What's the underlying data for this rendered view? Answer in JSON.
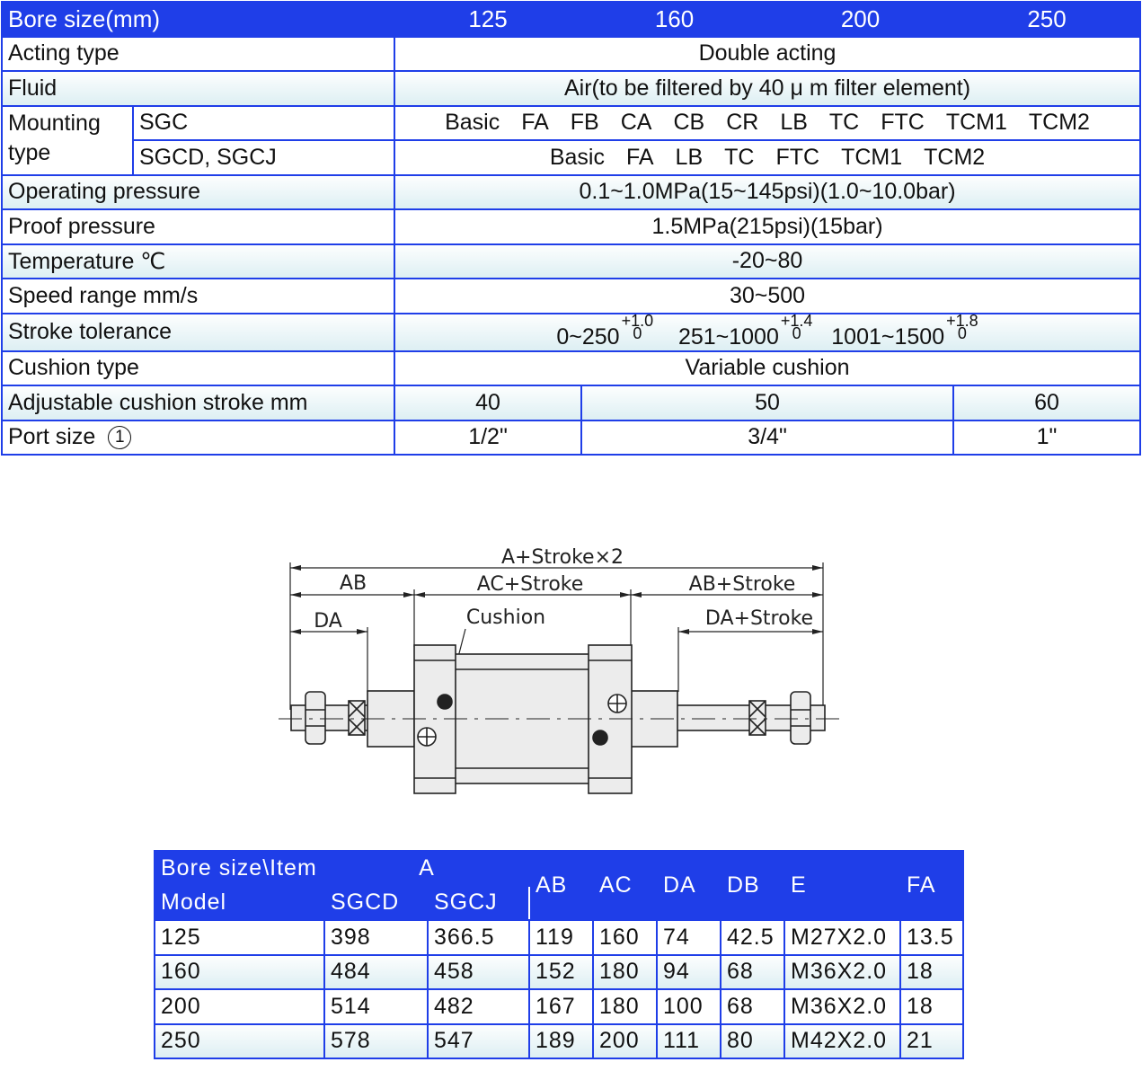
{
  "spec": {
    "header": {
      "label": "Bore size(mm)",
      "bores": [
        "125",
        "160",
        "200",
        "250"
      ]
    },
    "acting_type": {
      "label": "Acting type",
      "value": "Double acting"
    },
    "fluid": {
      "label": "Fluid",
      "value": "Air(to be filtered by 40 μ m filter element)"
    },
    "mounting": {
      "label": "Mounting type",
      "sgc": {
        "label": "SGC",
        "options": [
          "Basic",
          "FA",
          "FB",
          "CA",
          "CB",
          "CR",
          "LB",
          "TC",
          "FTC",
          "TCM1",
          "TCM2"
        ]
      },
      "sgcd": {
        "label": "SGCD, SGCJ",
        "options": [
          "Basic",
          "FA",
          "LB",
          "TC",
          "FTC",
          "TCM1",
          "TCM2"
        ]
      }
    },
    "operating_pressure": {
      "label": "Operating pressure",
      "value": "0.1~1.0MPa(15~145psi)(1.0~10.0bar)"
    },
    "proof_pressure": {
      "label": "Proof pressure",
      "value": "1.5MPa(215psi)(15bar)"
    },
    "temperature": {
      "label": "Temperature  ℃",
      "value": "-20~80"
    },
    "speed_range": {
      "label": "Speed range  mm/s",
      "value": "30~500"
    },
    "stroke_tolerance": {
      "label": "Stroke tolerance",
      "ranges": [
        {
          "range": "0~250",
          "upper": "+1.0",
          "lower": "0"
        },
        {
          "range": "251~1000",
          "upper": "+1.4",
          "lower": "0"
        },
        {
          "range": "1001~1500",
          "upper": "+1.8",
          "lower": "0"
        }
      ]
    },
    "cushion_type": {
      "label": "Cushion type",
      "value": "Variable cushion"
    },
    "adjustable_cushion": {
      "label": "Adjustable cushion stroke mm",
      "values": [
        "40",
        "50",
        "60"
      ]
    },
    "port_size": {
      "label": "Port size",
      "note": "1",
      "values": [
        "1/2\"",
        "3/4\"",
        "1\""
      ]
    }
  },
  "diagram": {
    "labels": {
      "total": "A+Stroke×2",
      "ab": "AB",
      "ac": "AC+Stroke",
      "ab_stroke": "AB+Stroke",
      "da": "DA",
      "cushion": "Cushion",
      "da_stroke": "DA+Stroke"
    }
  },
  "dims": {
    "header": {
      "bore_item": "Bore size\\Item",
      "a": "A",
      "model": "Model",
      "sgcd": "SGCD",
      "sgcj": "SGCJ",
      "ab": "AB",
      "ac": "AC",
      "da": "DA",
      "db": "DB",
      "e": "E",
      "fa": "FA"
    },
    "rows": [
      {
        "bore": "125",
        "sgcd": "398",
        "sgcj": "366.5",
        "ab": "119",
        "ac": "160",
        "da": "74",
        "db": "42.5",
        "e": "M27X2.0",
        "fa": "13.5"
      },
      {
        "bore": "160",
        "sgcd": "484",
        "sgcj": "458",
        "ab": "152",
        "ac": "180",
        "da": "94",
        "db": "68",
        "e": "M36X2.0",
        "fa": "18"
      },
      {
        "bore": "200",
        "sgcd": "514",
        "sgcj": "482",
        "ab": "167",
        "ac": "180",
        "da": "100",
        "db": "68",
        "e": "M36X2.0",
        "fa": "18"
      },
      {
        "bore": "250",
        "sgcd": "578",
        "sgcj": "547",
        "ab": "189",
        "ac": "200",
        "da": "111",
        "db": "80",
        "e": "M42X2.0",
        "fa": "21"
      }
    ]
  }
}
